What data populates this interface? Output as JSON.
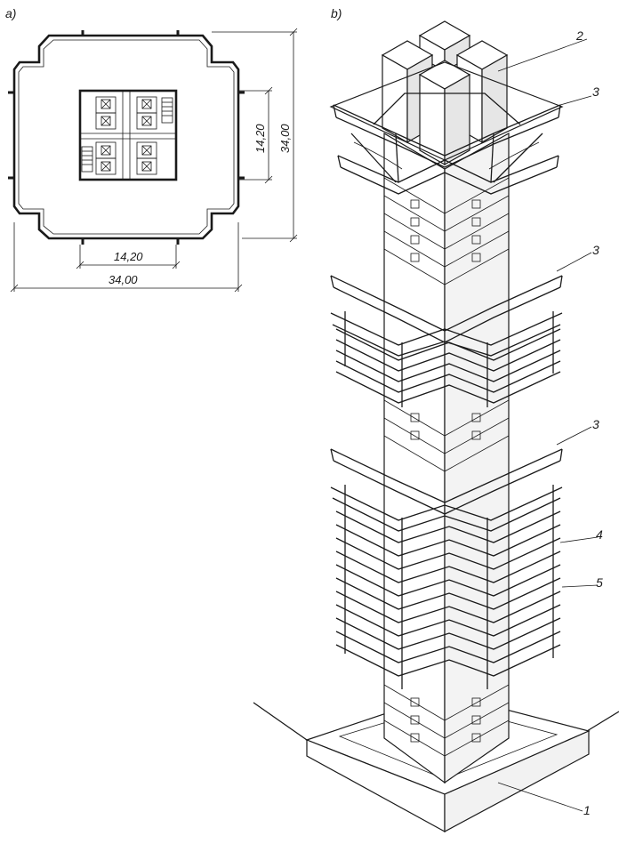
{
  "panels": {
    "a": {
      "label": "a)"
    },
    "b": {
      "label": "b)"
    }
  },
  "plan": {
    "core_width": "14,20",
    "total_width": "34,00",
    "core_height": "14,20",
    "total_height": "34,00"
  },
  "callouts": [
    "1",
    "2",
    "3",
    "3",
    "3",
    "4",
    "5"
  ],
  "colors": {
    "ink": "#1a1a1a",
    "paper": "#ffffff",
    "shade": "#d9d9d9"
  }
}
